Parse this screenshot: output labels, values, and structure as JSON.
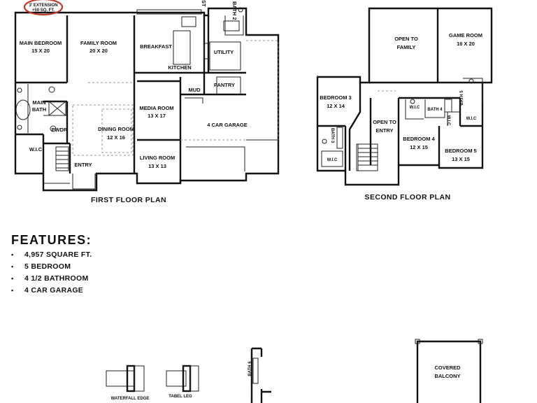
{
  "first_floor": {
    "title": "FIRST FLOOR PLAN",
    "note_line1": "3' EXTENSION",
    "note_line2": "+50 SQ. FT.",
    "rooms": {
      "main_bedroom": {
        "name": "MAIN BEDROOM",
        "size": "15 X 20"
      },
      "family_room": {
        "name": "FAMILY ROOM",
        "size": "20 X 20"
      },
      "breakfast": {
        "name": "BREAKFAST"
      },
      "kitchen": {
        "name": "KITCHEN"
      },
      "utility": {
        "name": "UTILITY"
      },
      "mud": {
        "name": "MUD"
      },
      "pantry": {
        "name": "PANTRY"
      },
      "main_bath_1": {
        "name": "MAIN"
      },
      "main_bath_2": {
        "name": "BATH"
      },
      "media_room": {
        "name": "MEDIA ROOM",
        "size": "13 X 17"
      },
      "dining_room": {
        "name": "DINING ROOM",
        "size": "12 X 16"
      },
      "garage": {
        "name": "4 CAR GARAGE"
      },
      "pwdr": {
        "name": "PWDR"
      },
      "wic": {
        "name": "W.I.C"
      },
      "entry": {
        "name": "ENTRY"
      },
      "living_room": {
        "name": "LIVING ROOM",
        "size": "13 X 13"
      },
      "bath_2": {
        "name": "BATH 2"
      },
      "st": {
        "name": "ST"
      }
    }
  },
  "second_floor": {
    "title": "SECOND FLOOR PLAN",
    "rooms": {
      "open_to_family_1": {
        "name": "OPEN TO"
      },
      "open_to_family_2": {
        "name": "FAMILY"
      },
      "game_room": {
        "name": "GAME ROOM",
        "size": "16 X 20"
      },
      "bedroom_3": {
        "name": "BEDROOM 3",
        "size": "12 X 14"
      },
      "open_to_entry_1": {
        "name": "OPEN TO"
      },
      "open_to_entry_2": {
        "name": "ENTRY"
      },
      "wic_a": {
        "name": "W.I.C"
      },
      "bath_4": {
        "name": "BATH 4"
      },
      "bath_5": {
        "name": "BATH 5"
      },
      "wic_b": {
        "name": "W.I.C"
      },
      "wic_c": {
        "name": "W.I.C"
      },
      "bedroom_4": {
        "name": "BEDROOM 4",
        "size": "12 X 15"
      },
      "bedroom_5": {
        "name": "BEDROOM 5",
        "size": "13 X 15"
      },
      "bath_3": {
        "name": "BATH 3"
      },
      "wic_d": {
        "name": "W.I.C"
      }
    }
  },
  "features": {
    "title": "FEATURES:",
    "items": [
      "4,957 SQUARE FT.",
      "5 BEDROOM",
      "4 1/2 BATHROOM",
      "4 CAR GARAGE"
    ]
  },
  "details": {
    "waterfall_edge": "WATERFALL EDGE",
    "tabel_leg": "TABEL LEG",
    "bath_6": "BATH 6",
    "covered_balcony_1": "COVERED",
    "covered_balcony_2": "BALCONY"
  },
  "colors": {
    "walls": "#111111",
    "annotation_circle": "#c0392b"
  }
}
